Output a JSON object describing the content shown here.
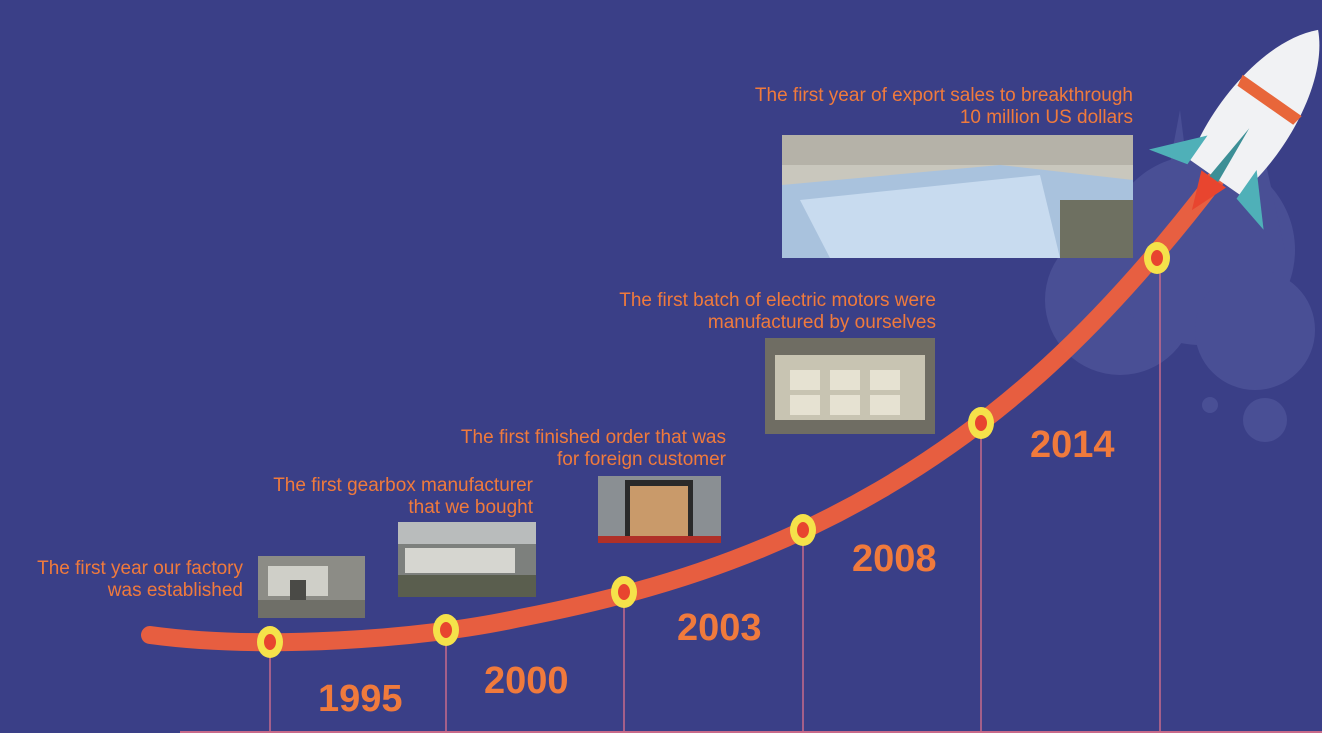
{
  "colors": {
    "background": "#3a3f87",
    "accent": "#f07a3c",
    "curve": "#f0603c",
    "marker_ring": "#f5e24a",
    "marker_dot": "#e8452f",
    "baseline": "#c86a8a"
  },
  "milestones": [
    {
      "year": "1995",
      "caption_line1": "The first year our factory",
      "caption_line2": "was established"
    },
    {
      "year": "2000",
      "caption_line1": "The first gearbox manufacturer",
      "caption_line2": "that we bought"
    },
    {
      "year": "2003",
      "caption_line1": "The first finished order that was",
      "caption_line2": "for foreign customer"
    },
    {
      "year": "2008",
      "caption_line1": "The first batch of electric motors were",
      "caption_line2": "manufactured by ourselves"
    },
    {
      "year": "2014",
      "caption_line1": "The first year of export sales to breakthrough",
      "caption_line2": "10 million US dollars"
    }
  ],
  "icons": {
    "rocket": "rocket-icon"
  }
}
